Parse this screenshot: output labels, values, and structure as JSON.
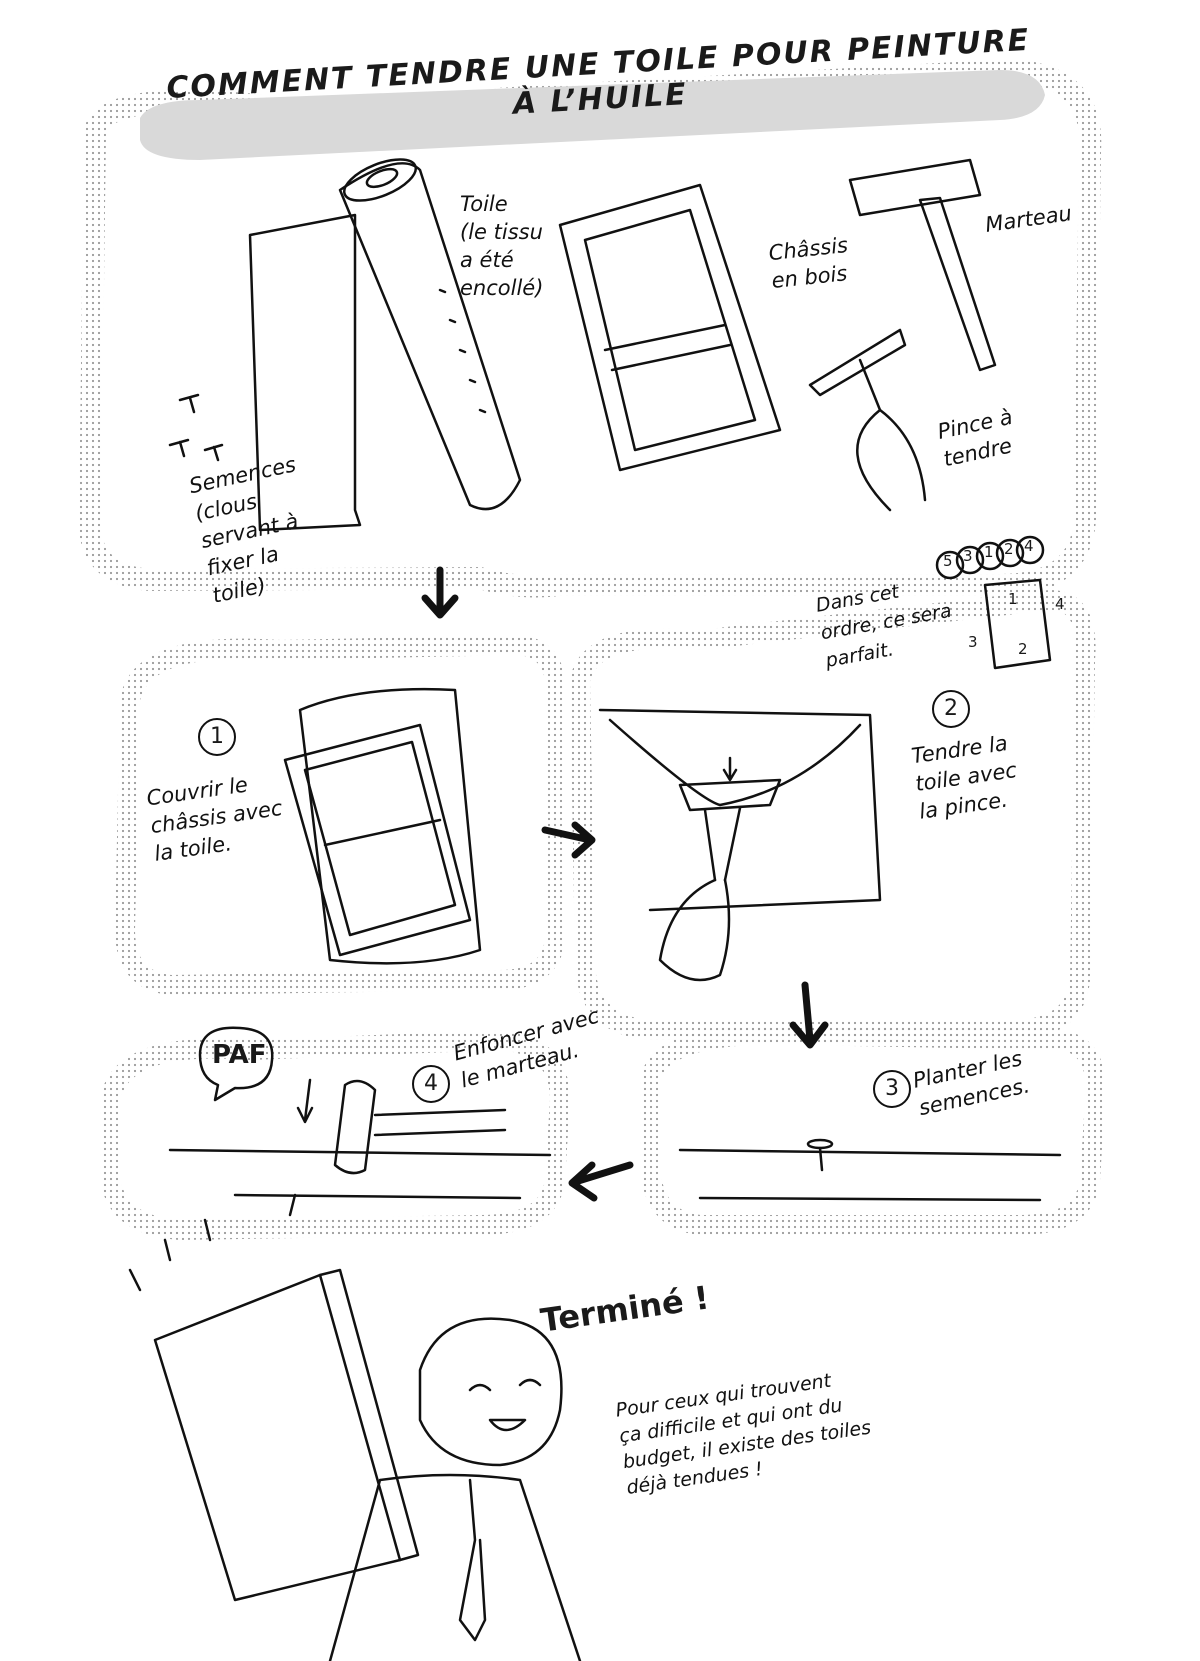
{
  "title": "COMMENT TENDRE UNE TOILE POUR PEINTURE À L’HUILE",
  "materials": {
    "toile": "Toile\n(le tissu\na été\nencollé)",
    "chassis": "Châssis\nen bois",
    "marteau": "Marteau",
    "pince": "Pince à\ntendre",
    "semences": "Semences\n(clous\nservant à\nfixer la\ntoile)"
  },
  "order_note": "Dans cet\nordre, ce sera\nparfait.",
  "order_numbers": [
    "5",
    "3",
    "1",
    "2",
    "4"
  ],
  "frame_numbers": [
    "1",
    "2",
    "3",
    "4"
  ],
  "steps": [
    {
      "number": "1",
      "text": "Couvrir le\nchâssis avec\nla toile."
    },
    {
      "number": "2",
      "text": "Tendre la\ntoile avec\nla pince."
    },
    {
      "number": "3",
      "text": "Planter les\nsemences."
    },
    {
      "number": "4",
      "text": "Enfoncer avec\nle marteau."
    }
  ],
  "sound_effect": "PAF",
  "finish": {
    "title": "Terminé !",
    "note": "Pour ceux qui trouvent\nça difficile et qui ont du\nbudget, il existe des toiles\ndéjà tendues !"
  }
}
